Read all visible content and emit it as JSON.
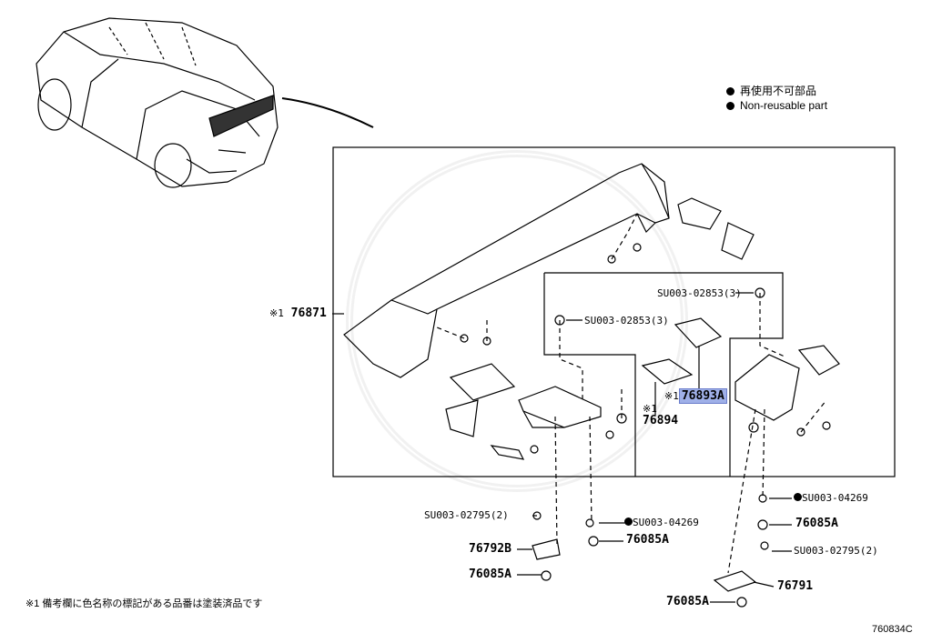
{
  "legend": {
    "line1": "再使用不可部品",
    "line2": "Non-reusable part"
  },
  "parts": {
    "p76871": "76871",
    "p76871_mark": "※1",
    "screw_top": "SU003-02853(3)",
    "screw_mid": "SU003-02853(3)",
    "p76893a": "76893A",
    "p76893a_mark": "※1",
    "p76894": "76894",
    "p76894_mark": "※1",
    "nut_right": "SU003-04269",
    "p76085a_r": "76085A",
    "bolt_right": "SU003-02795(2)",
    "p76791": "76791",
    "p76085a_br": "76085A",
    "bolt_left": "SU003-02795(2)",
    "nut_left": "SU003-04269",
    "p76085a_m": "76085A",
    "p76792b": "76792B",
    "p76085a_l": "76085A"
  },
  "footnote": "※1 備考欄に色名称の標記がある品番は塗装済品です",
  "diagram_code": "760834C"
}
